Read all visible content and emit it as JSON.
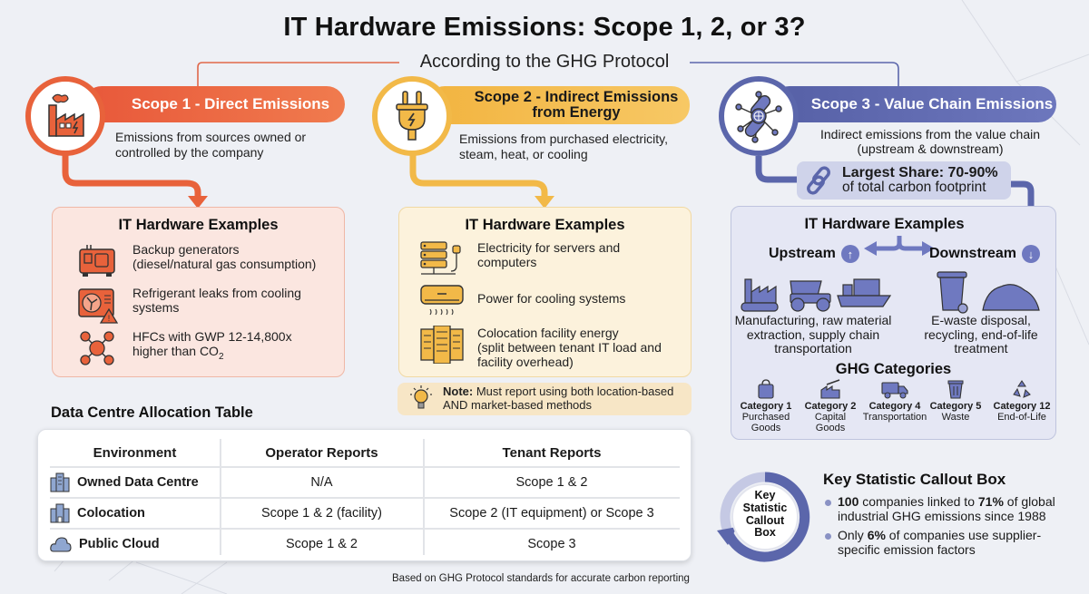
{
  "header": {
    "title": "IT Hardware Emissions: Scope 1, 2, or 3?",
    "subtitle": "According to the GHG Protocol"
  },
  "colors": {
    "scope1": "#e8623b",
    "scope2": "#f2b948",
    "scope3": "#5b66ab",
    "background": "#eef0f5"
  },
  "scope1": {
    "icon": "factory-icon",
    "title": "Scope 1 - Direct Emissions",
    "description_line1": "Emissions from sources owned or",
    "description_line2": "controlled by the company",
    "examples_title": "IT Hardware Examples",
    "examples": [
      {
        "icon": "generator-icon",
        "line1": "Backup generators",
        "line2": "(diesel/natural gas consumption)"
      },
      {
        "icon": "ac-unit-warning-icon",
        "line1": "Refrigerant leaks from cooling",
        "line2": "systems"
      },
      {
        "icon": "molecule-icon",
        "line1": "HFCs with GWP 12-14,800x",
        "line2": "higher than CO",
        "sub": "2"
      }
    ]
  },
  "scope2": {
    "icon": "plug-icon",
    "title_line1": "Scope 2 - Indirect Emissions",
    "title_line2": "from Energy",
    "description_line1": "Emissions from purchased electricity,",
    "description_line2": "steam, heat, or cooling",
    "examples_title": "IT Hardware Examples",
    "examples": [
      {
        "icon": "server-plug-icon",
        "line1": "Electricity for servers and",
        "line2": "computers"
      },
      {
        "icon": "air-conditioner-icon",
        "line1": "Power for cooling systems",
        "line2": ""
      },
      {
        "icon": "server-racks-icon",
        "line1": "Colocation facility energy",
        "line2": "(split between tenant IT load and",
        "line3": "facility overhead)"
      }
    ],
    "note_label": "Note:",
    "note_line1": " Must report using both location-based",
    "note_line2": "AND market-based methods"
  },
  "scope3": {
    "icon": "chain-network-icon",
    "title": "Scope 3 - Value Chain Emissions",
    "description_line1": "Indirect emissions from the value chain",
    "description_line2": "(upstream & downstream)",
    "share_bold": "Largest Share: 70-90%",
    "share_text": "of total carbon footprint",
    "examples_title": "IT Hardware Examples",
    "upstream_label": "Upstream",
    "downstream_label": "Downstream",
    "upstream_desc_line1": "Manufacturing, raw material",
    "upstream_desc_line2": "extraction, supply chain",
    "upstream_desc_line3": "transportation",
    "downstream_desc_line1": "E-waste disposal,",
    "downstream_desc_line2": "recycling, end-of-life",
    "downstream_desc_line3": "treatment",
    "categories_title": "GHG Categories",
    "categories": [
      {
        "icon": "shopping-bag-icon",
        "name": "Category 1",
        "line1": "Purchased",
        "line2": "Goods"
      },
      {
        "icon": "factory-crane-icon",
        "name": "Category 2",
        "line1": "Capital",
        "line2": "Goods"
      },
      {
        "icon": "truck-icon",
        "name": "Category 4",
        "line1": "Transportation",
        "line2": ""
      },
      {
        "icon": "trash-can-icon",
        "name": "Category 5",
        "line1": "Waste",
        "line2": ""
      },
      {
        "icon": "recycle-icon",
        "name": "Category 12",
        "line1": "End-of-Life",
        "line2": ""
      }
    ]
  },
  "table": {
    "title": "Data Centre Allocation Table",
    "headers": [
      "Environment",
      "Operator Reports",
      "Tenant Reports"
    ],
    "rows": [
      {
        "icon": "office-building-icon",
        "environment": "Owned Data Centre",
        "operator": "N/A",
        "tenant": "Scope 1 & 2"
      },
      {
        "icon": "building-icon",
        "environment": "Colocation",
        "operator": "Scope 1 & 2 (facility)",
        "tenant": "Scope 2 (IT equipment) or Scope 3"
      },
      {
        "icon": "cloud-icon",
        "environment": "Public Cloud",
        "operator": "Scope 1 & 2",
        "tenant": "Scope 3"
      }
    ]
  },
  "key_stat": {
    "circle_line1": "Key",
    "circle_line2": "Statistic",
    "circle_line3": "Callout",
    "circle_line4": "Box",
    "title": "Key Statistic Callout Box",
    "bullet1": {
      "b1": "100",
      "t1": " companies linked to ",
      "b2": "71%",
      "t2": " of global",
      "line2": "industrial GHG emissions since 1988"
    },
    "bullet2": {
      "t1": "Only ",
      "b1": "6%",
      "t2": " of companies use supplier-",
      "line2": "specific emission factors"
    }
  },
  "footer": "Based on GHG Protocol standards for accurate carbon reporting"
}
